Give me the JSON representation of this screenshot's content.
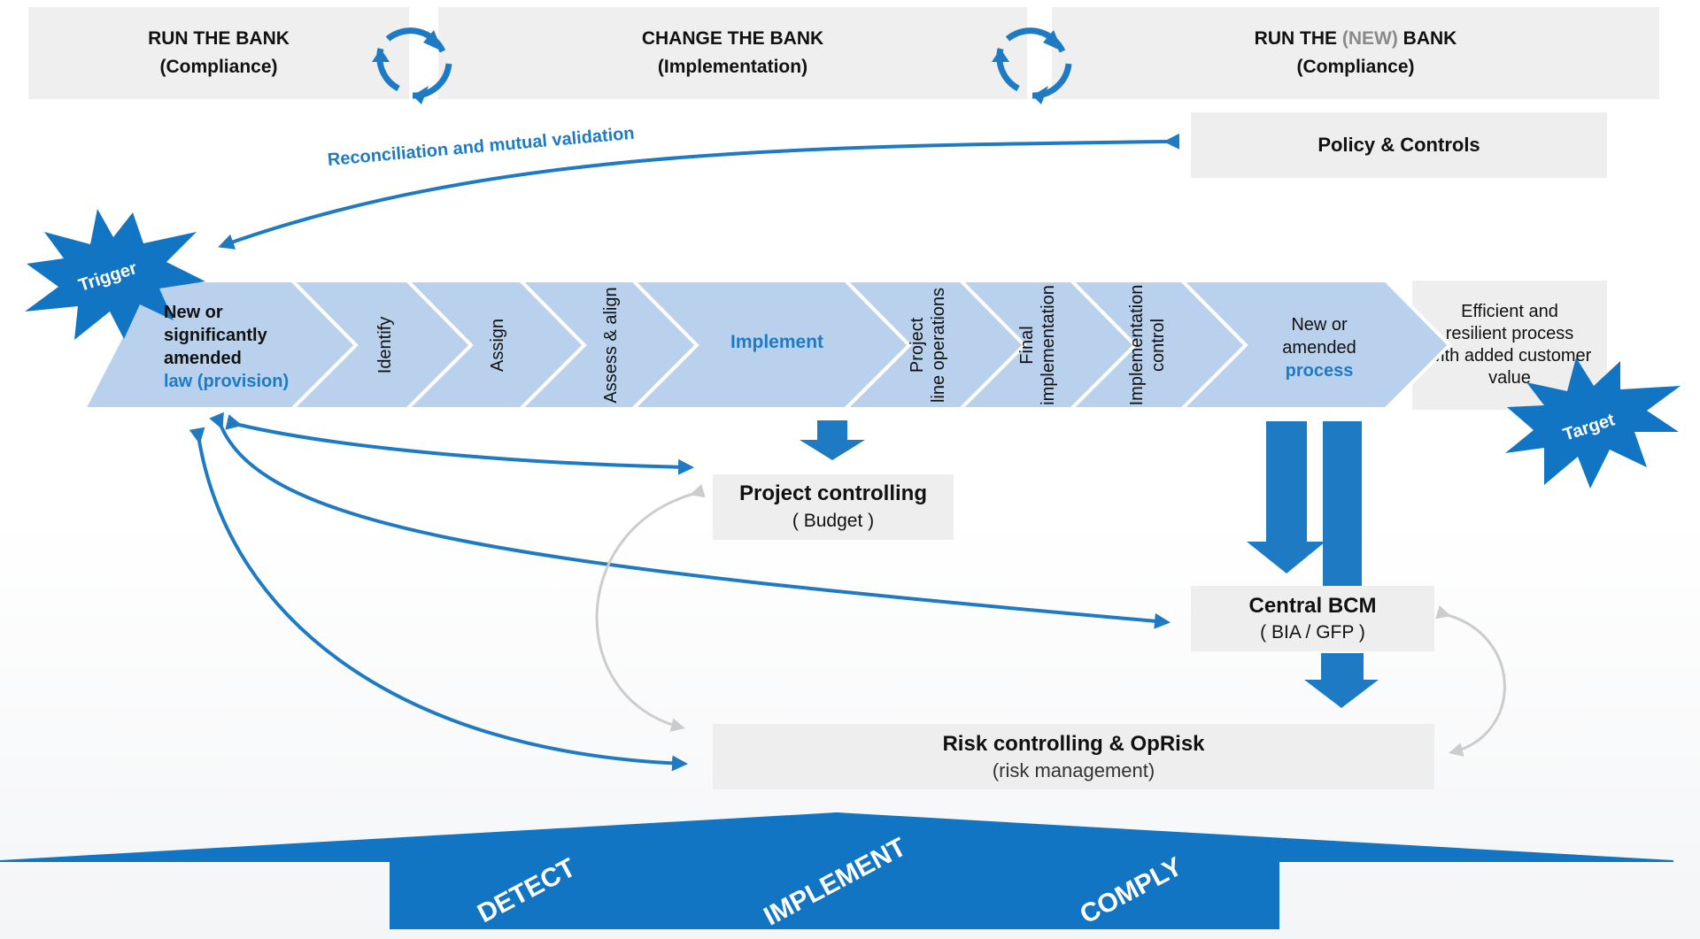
{
  "headers": {
    "run": {
      "title": "RUN THE BANK",
      "sub": "(Compliance)"
    },
    "change": {
      "title": "CHANGE THE BANK",
      "sub": "(Implementation)"
    },
    "run_new": {
      "title_pre": "RUN THE ",
      "title_new": "(NEW)",
      "title_post": " BANK",
      "sub": "(Compliance)"
    }
  },
  "policy_controls": "Policy & Controls",
  "reconciliation": "Reconciliation and mutual validation",
  "trigger": "Trigger",
  "target": "Target",
  "steps": {
    "start_line1": "New or",
    "start_line2": "significantly",
    "start_line3": "amended",
    "start_line4": "law (provision)",
    "identify": "Identify",
    "assign": "Assign",
    "assess": "Assess & align",
    "implement": "Implement",
    "project_line1": "Project",
    "project_line2": "line operations",
    "final_line1": "Final",
    "final_line2": "implementation",
    "impl_ctrl_line1": "Implementation",
    "impl_ctrl_line2": "control",
    "new_line1": "New or",
    "new_line2": "amended",
    "new_line3": "process",
    "result_line1": "Efficient and",
    "result_line2": "resilient process",
    "result_line3": "with added customer",
    "result_line4": "value"
  },
  "project_controlling": {
    "title": "Project controlling",
    "sub": "( Budget )"
  },
  "central_bcm": {
    "title": "Central BCM",
    "sub": "( BIA / GFP )"
  },
  "risk": {
    "title": "Risk controlling & OpRisk",
    "sub": "(risk management)"
  },
  "base": {
    "detect": "DETECT",
    "implement": "IMPLEMENT",
    "comply": "COMPLY"
  },
  "colors": {
    "blue": "#1f7ac4",
    "chevron": "#b9d1ec",
    "box": "#eeeeee"
  }
}
